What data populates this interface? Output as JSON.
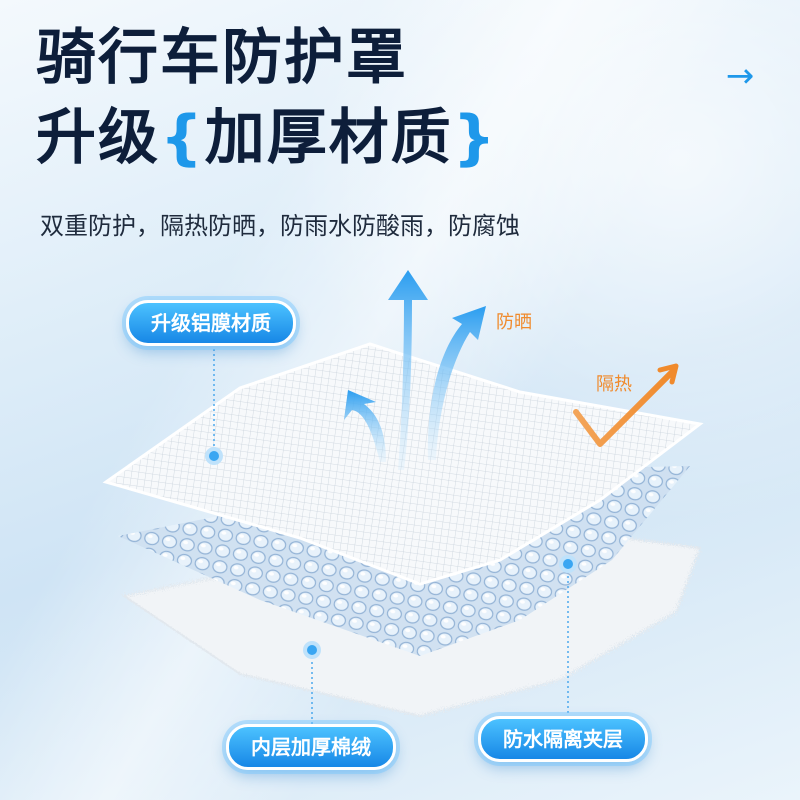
{
  "headline": {
    "line1": "骑行车防护罩",
    "line2_prefix": "升级",
    "brace_open": "{",
    "line2_core": "加厚材质",
    "brace_close": "}"
  },
  "next_arrow": "→",
  "subtitle": "双重防护，隔热防晒，防雨水防酸雨，防腐蚀",
  "labels": {
    "top_layer": "升级铝膜材质",
    "bottom_layer": "内层加厚棉绒",
    "middle_layer": "防水隔离夹层",
    "sun_protection": "防晒",
    "heat_insulation": "隔热"
  },
  "colors": {
    "accent_blue": "#1e98ea",
    "accent_orange": "#f08a2c",
    "title_dark": "#0d1e3a"
  }
}
